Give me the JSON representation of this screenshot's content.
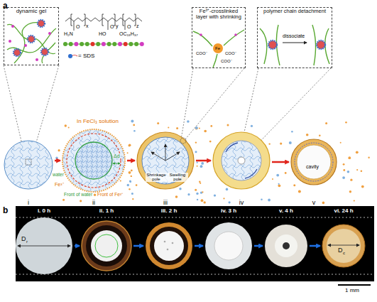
{
  "diagram": {
    "nodes": [
      {
        "text": [
          "dynamic gel"
        ]
      },
      {
        "text": [
          "Fe³⁺-crosslinked layer with shrinking"
        ]
      },
      {
        "text": [
          "polymer chain detachment"
        ]
      },
      {
        "text": [
          "i"
        ]
      },
      {
        "text": [
          "ii"
        ]
      },
      {
        "text": [
          "iii"
        ]
      },
      {
        "text": [
          "iv"
        ]
      },
      {
        "text": [
          "v"
        ]
      },
      {
        "text": [
          "i. 0 h"
        ]
      },
      {
        "text": [
          "ii. 1 h"
        ]
      },
      {
        "text": [
          "iii. 2 h"
        ]
      },
      {
        "text": [
          "iv. 3 h"
        ]
      },
      {
        "text": [
          "v. 4 h"
        ]
      },
      {
        "text": [
          "vi. 24 h"
        ]
      }
    ],
    "edges": [
      {
        "from": 3,
        "to": 4,
        "arrow": "to"
      },
      {
        "from": 4,
        "to": 5,
        "arrow": "to"
      },
      {
        "from": 5,
        "to": 6,
        "arrow": "to"
      },
      {
        "from": 6,
        "to": 7,
        "arrow": "to"
      },
      {
        "from": 8,
        "to": 9,
        "arrow": "to"
      },
      {
        "from": 9,
        "to": 10,
        "arrow": "to"
      },
      {
        "from": 10,
        "to": 11,
        "arrow": "to"
      },
      {
        "from": 11,
        "to": 12,
        "arrow": "to"
      },
      {
        "from": 12,
        "to": 13,
        "arrow": "to"
      }
    ],
    "labels": [
      "a",
      "x",
      "y",
      "z",
      "H₂N",
      "O",
      "HO",
      "O",
      "O",
      "OC₁₈H₃₇",
      "= SDS",
      "In FeCl₃ solution",
      "water",
      "Fe³⁺",
      "Δd",
      "Front of water",
      "Front of Fe³⁺",
      "Shrinkage pole",
      "Swelling pole",
      "cavity",
      "COO⁻",
      "COO⁻",
      "COO⁻",
      "Fe",
      "dissociate",
      "b",
      "D",
      "r",
      "D",
      "c",
      "1 mm"
    ]
  }
}
